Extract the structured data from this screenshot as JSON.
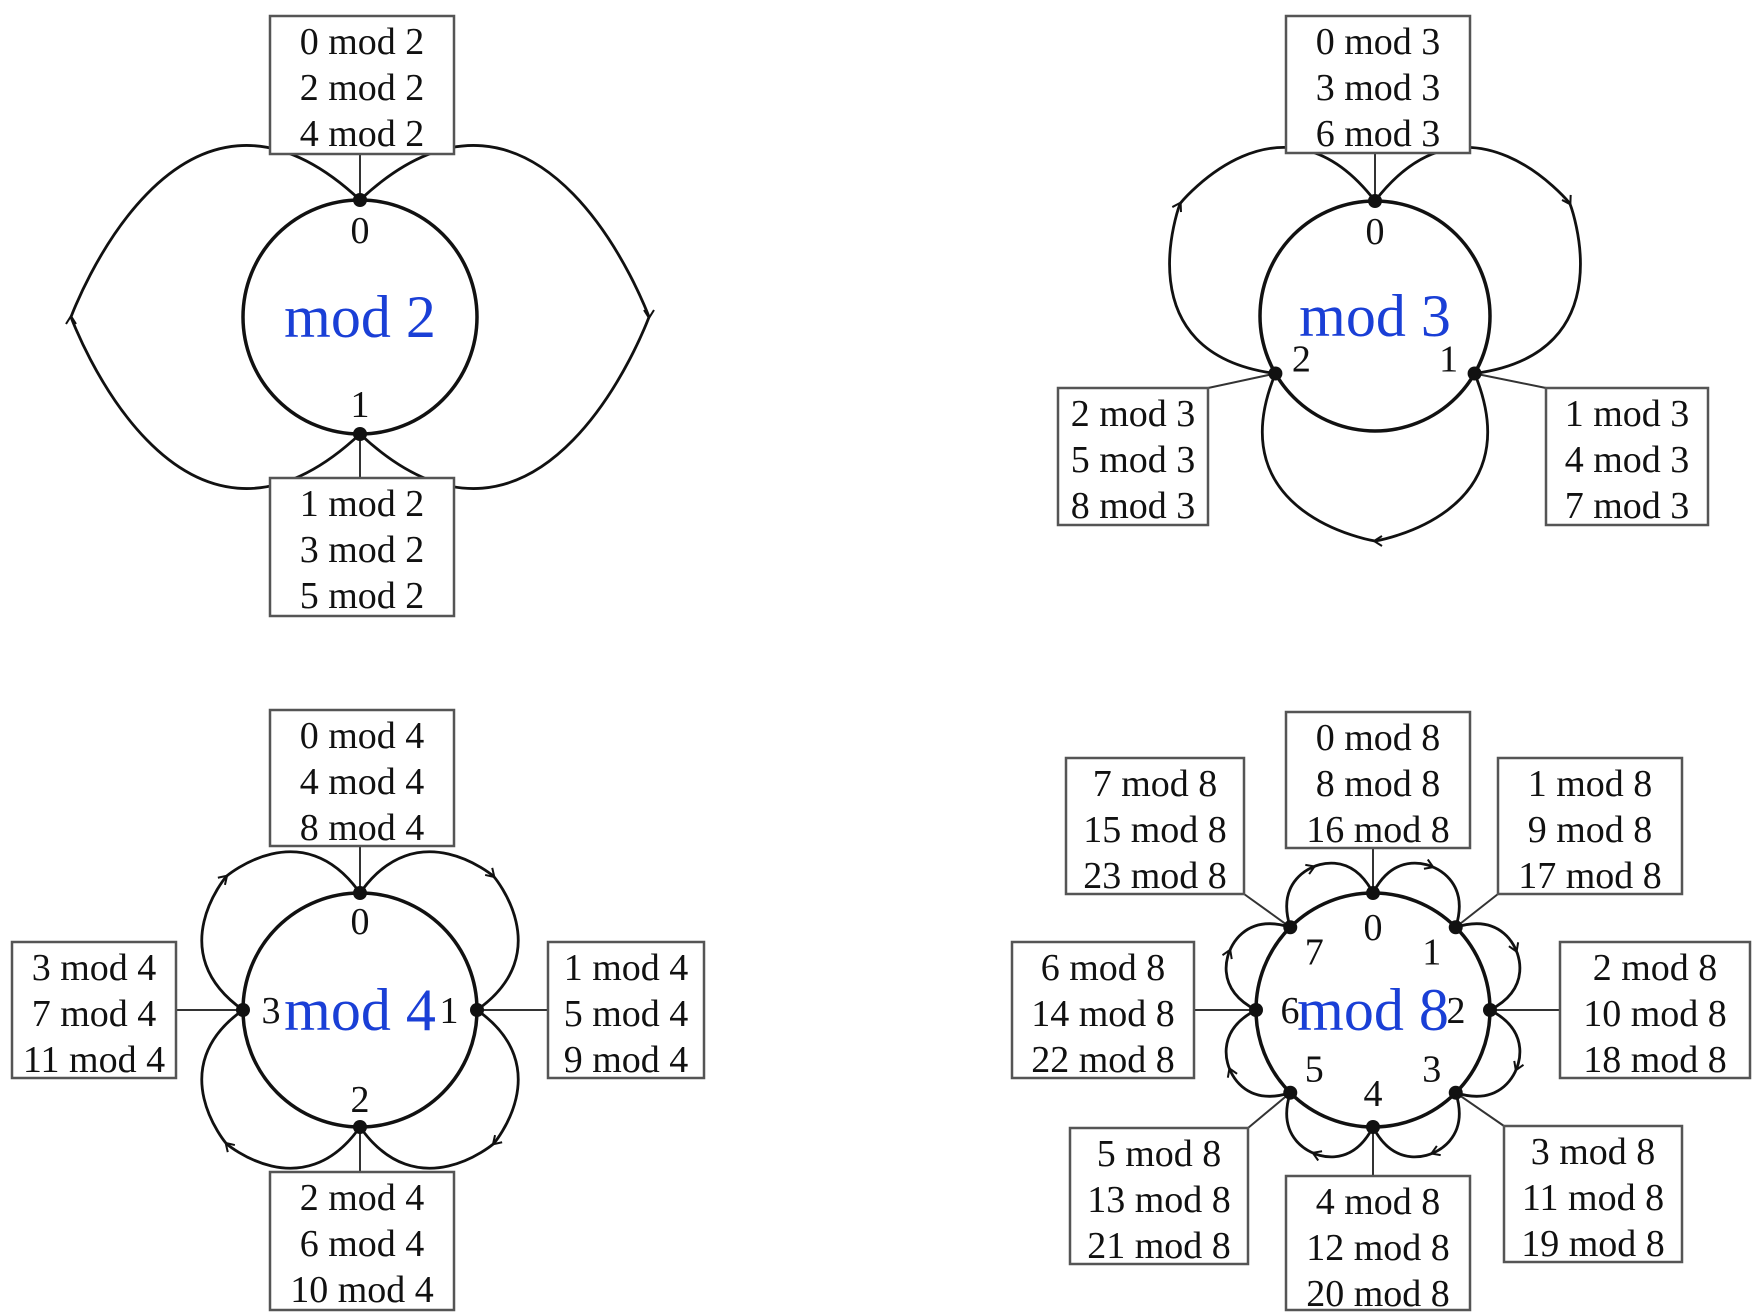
{
  "colors": {
    "center_label": "#1a3fd6",
    "ink": "#111111",
    "box_border": "#555555"
  },
  "diagrams": [
    {
      "modulus": 2,
      "center_label": "mod 2",
      "nodes": [
        {
          "label": "0",
          "box": [
            "0 mod 2",
            "2 mod 2",
            "4 mod 2"
          ]
        },
        {
          "label": "1",
          "box": [
            "1 mod 2",
            "3 mod 2",
            "5 mod 2"
          ]
        }
      ]
    },
    {
      "modulus": 3,
      "center_label": "mod 3",
      "nodes": [
        {
          "label": "0",
          "box": [
            "0 mod 3",
            "3 mod 3",
            "6 mod 3"
          ]
        },
        {
          "label": "1",
          "box": [
            "1 mod 3",
            "4 mod 3",
            "7 mod 3"
          ]
        },
        {
          "label": "2",
          "box": [
            "2 mod 3",
            "5 mod 3",
            "8 mod 3"
          ]
        }
      ]
    },
    {
      "modulus": 4,
      "center_label": "mod 4",
      "nodes": [
        {
          "label": "0",
          "box": [
            "0 mod 4",
            "4 mod 4",
            "8 mod 4"
          ]
        },
        {
          "label": "1",
          "box": [
            "1 mod 4",
            "5 mod 4",
            "9 mod 4"
          ]
        },
        {
          "label": "2",
          "box": [
            "2 mod 4",
            "6 mod 4",
            "10 mod 4"
          ]
        },
        {
          "label": "3",
          "box": [
            "3 mod 4",
            "7 mod 4",
            "11 mod 4"
          ]
        }
      ]
    },
    {
      "modulus": 8,
      "center_label": "mod 8",
      "nodes": [
        {
          "label": "0",
          "box": [
            "0 mod 8",
            "8 mod 8",
            "16 mod 8"
          ]
        },
        {
          "label": "1",
          "box": [
            "1 mod 8",
            "9 mod 8",
            "17 mod 8"
          ]
        },
        {
          "label": "2",
          "box": [
            "2 mod 8",
            "10 mod 8",
            "18 mod 8"
          ]
        },
        {
          "label": "3",
          "box": [
            "3 mod 8",
            "11 mod 8",
            "19 mod 8"
          ]
        },
        {
          "label": "4",
          "box": [
            "4 mod 8",
            "12 mod 8",
            "20 mod 8"
          ]
        },
        {
          "label": "5",
          "box": [
            "5 mod 8",
            "13 mod 8",
            "21 mod 8"
          ]
        },
        {
          "label": "6",
          "box": [
            "6 mod 8",
            "14 mod 8",
            "22 mod 8"
          ]
        },
        {
          "label": "7",
          "box": [
            "7 mod 8",
            "15 mod 8",
            "23 mod 8"
          ]
        }
      ]
    }
  ]
}
